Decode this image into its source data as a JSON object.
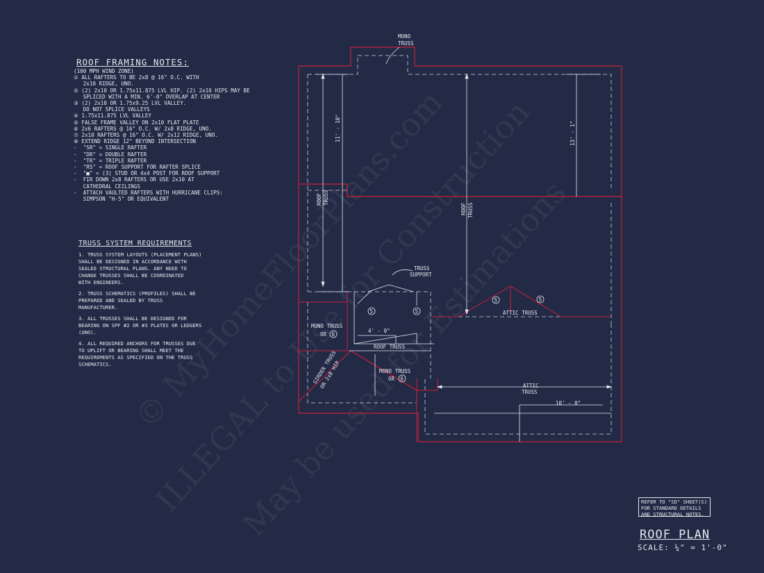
{
  "roof_framing_notes": {
    "title": "ROOF FRAMING NOTES:",
    "items": [
      "(100 MPH WIND ZONE)",
      "① ALL RAFTERS TO BE 2x8 @ 16\" O.C. WITH",
      "   2x10 RIDGE, UNO.",
      "② (2) 2x10 OR 1.75x11.875 LVL HIP. (2) 2x10 HIPS MAY BE",
      "   SPLICED WITH A MIN. 6'-0\" OVERLAP AT CENTER",
      "③ (2) 2x10 OR 1.75x9.25 LVL VALLEY.",
      "   DO NOT SPLICE VALLEYS",
      "④ 1.75x11.875 LVL VALLEY",
      "⑤ FALSE FRAME VALLEY ON 2x10 FLAT PLATE",
      "⑥ 2x6 RAFTERS @ 16\" O.C. W/ 2x8 RIDGE, UNO.",
      "⑦ 2x10 RAFTERS @ 16\" O.C. W/ 2x12 RIDGE, UNO.",
      "⑧ EXTEND RIDGE 12\" BEYOND INTERSECTION",
      "-  \"SR\" = SINGLE RAFTER",
      "-  \"DR\" = DOUBLE RAFTER",
      "-  \"TR\" = TRIPLE RAFTER",
      "-  \"RS\" = ROOF SUPPORT FOR RAFTER SPLICE",
      "-  \"■\" = (3) STUD OR 4x4 POST FOR ROOF SUPPORT",
      "-  FIR DOWN 2x8 RAFTERS OR USE 2x10 AT",
      "   CATHEDRAL CEILINGS",
      "-  ATTACH VAULTED RAFTERS WITH HURRICANE CLIPS:",
      "   SIMPSON \"H-5\" OR EQUIVALENT"
    ]
  },
  "truss_requirements": {
    "title": "TRUSS SYSTEM REQUIREMENTS",
    "items": [
      "1. TRUSS SYSTEM LAYOUTS (PLACEMENT PLANS)\nSHALL BE DESIGNED IN ACCORDANCE WITH\nSEALED STRUCTURAL PLANS. ANY NEED TO\nCHANGE TRUSSES SHALL BE COORDINATED\nWITH  ENGINEERS.",
      "2. TRUSS SCHEMATICS (PROFILES) SHALL BE\nPREPARED AND SEALED BY TRUSS\nMANUFACTURER.",
      "3. ALL TRUSSES SHALL BE DESIGNED FOR\nBEARING ON SPF #2 OR #3 PLATES OR LEDGERS\n(UNO).",
      "4. ALL REQUIRED ANCHORS FOR TRUSSES DUE\nTO UPLIFT OR BEARING SHALL MEET THE\nREQUIREMENTS AS SPECIFIED ON THE TRUSS\nSCHEMATICS."
    ]
  },
  "plan_labels": {
    "mono_truss_top_1": "MONO",
    "mono_truss_top_2": "TRUSS",
    "dim_left": "11' - 10\"",
    "dim_right": "13' - 1\"",
    "roof_truss_left_1": "ROOF",
    "roof_truss_left_2": "TRUSS",
    "roof_truss_center_1": "ROOF",
    "roof_truss_center_2": "TRUSS",
    "truss_support_1": "TRUSS",
    "truss_support_2": "SUPPORT",
    "attic_truss_1": "ATTIC TRUSS",
    "mono_truss_left_1": "MONO TRUSS",
    "mono_truss_left_2": "OR",
    "dim_small": "4' - 0\"",
    "roof_truss_bottom": "ROOF TRUSS",
    "girder_truss_1": "GIRDER TRUSS",
    "girder_truss_2": "OR 2x8 HIP",
    "mono_truss_bottom_1": "MONO TRUSS",
    "mono_truss_bottom_2": "OR",
    "attic_truss_2a": "ATTIC",
    "attic_truss_2b": "TRUSS",
    "dim_bottom": "10' - 0\"",
    "marker_5": "5",
    "marker_6": "6"
  },
  "refer_note": [
    "REFER TO \"SD\" SHEET(S)",
    "FOR STANDARD DETAILS",
    "AND STRUCTURAL NOTES."
  ],
  "plan_title": "ROOF PLAN",
  "scale": "SCALE: ¼\" = 1'-0\"",
  "watermark": {
    "line1": "© MyHomeFloorPlans.com",
    "line2": "ILLEGAL to Use for Construction",
    "line3": "May be used for Estimations"
  },
  "colors": {
    "background": "#232a45",
    "walls": "#c8203a",
    "lines": "#e6e8f0",
    "dashed": "#cfd3e0"
  }
}
